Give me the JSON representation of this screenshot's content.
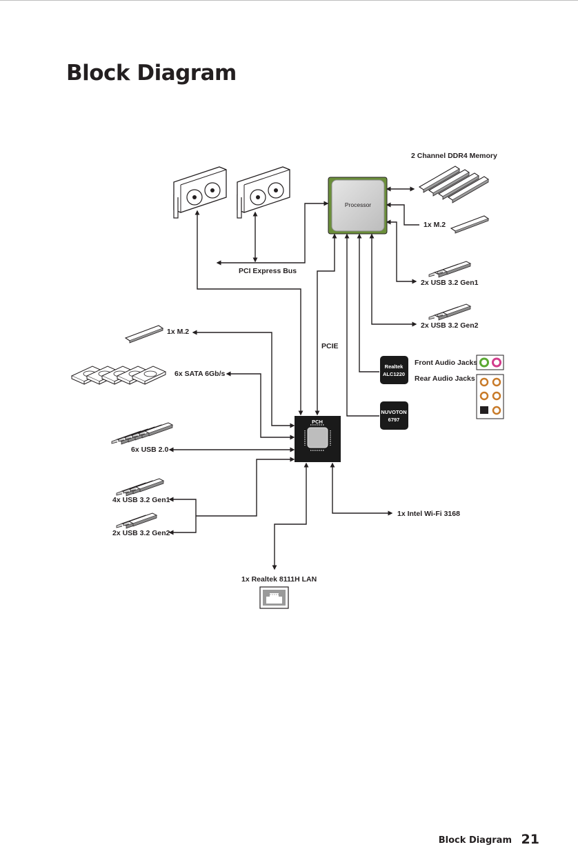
{
  "page": {
    "title": "Block Diagram",
    "footer_title": "Block Diagram",
    "page_number": "21"
  },
  "diagram": {
    "processor": "Processor",
    "pch": "PCH",
    "pcie_bus": "PCI Express Bus",
    "pcie": "PCIE",
    "memory": "2 Channel DDR4 Memory",
    "cpu_m2": "1x M.2",
    "cpu_usb_gen1": "2x USB 3.2 Gen1",
    "cpu_usb_gen2": "2x USB 3.2 Gen2",
    "realtek_line1": "Realtek",
    "realtek_line2": "ALC1220",
    "nuvoton_line1": "NUVOTON",
    "nuvoton_line2": "6797",
    "front_audio": "Front Audio Jacks",
    "rear_audio": "Rear Audio Jacks",
    "pch_m2": "1x M.2",
    "sata": "6x SATA 6Gb/s",
    "usb20": "6x USB 2.0",
    "pch_usb_gen1": "4x USB 3.2 Gen1",
    "pch_usb_gen2": "2x USB 3.2 Gen2",
    "wifi": "1x Intel Wi-Fi 3168",
    "lan": "1x Realtek 8111H LAN"
  },
  "colors": {
    "ink": "#231f20",
    "chip_dark": "#1a1a1a",
    "processor_die": "#d6d6d6",
    "processor_pcb": "#6b8f3a",
    "audio_green": "#5aa832",
    "audio_pink": "#d23c8c",
    "audio_orange": "#c87a28"
  }
}
